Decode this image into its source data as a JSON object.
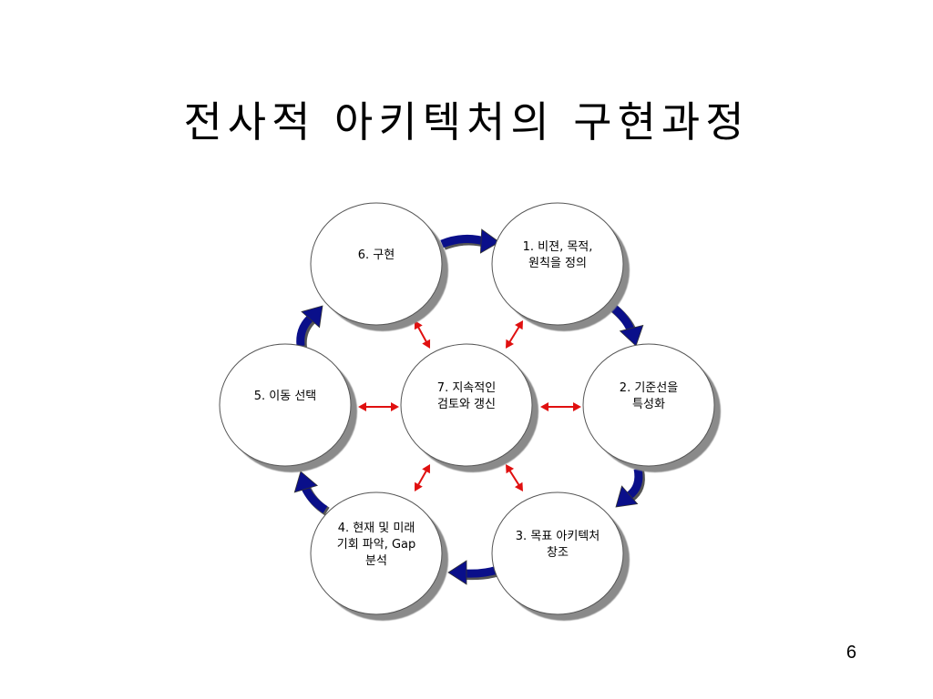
{
  "slide": {
    "title": "전사적 아키텍처의 구현과정",
    "page_number": "6"
  },
  "nodes": [
    {
      "id": "n1",
      "lines": [
        "1. 비젼, 목적,",
        "원칙을  정의"
      ]
    },
    {
      "id": "n2",
      "lines": [
        "2. 기준선을",
        "특성화"
      ]
    },
    {
      "id": "n3",
      "lines": [
        "3. 목표  아키텍처",
        "창조"
      ]
    },
    {
      "id": "n4",
      "lines": [
        "4. 현재  및  미래",
        "기회  파악, Gap",
        "분석"
      ]
    },
    {
      "id": "n5",
      "lines": [
        "5. 이동  선택"
      ]
    },
    {
      "id": "n6",
      "lines": [
        "6. 구현"
      ]
    },
    {
      "id": "n7",
      "lines": [
        "7. 지속적인",
        "검토와  갱신"
      ]
    }
  ],
  "colors": {
    "cycle_arrow": "#0a0f8a",
    "link_arrow": "#e01010",
    "node_fill": "#ffffff",
    "node_shadow": "#8a8a8a"
  },
  "icons": {
    "cycle": "thick-curved-arrow-icon",
    "link": "double-headed-arrow-icon"
  }
}
